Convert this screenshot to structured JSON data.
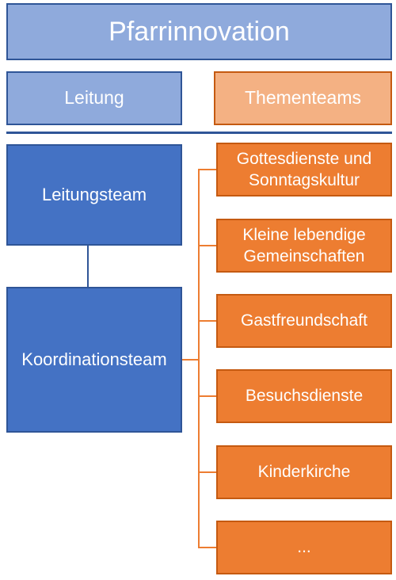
{
  "title": "Pfarrinnovation",
  "headers": {
    "leitung": "Leitung",
    "thementeams": "Thementeams"
  },
  "nodes": {
    "leitungsteam": "Leitungsteam",
    "koordinationsteam": "Koordinationsteam"
  },
  "teams": [
    "Gottesdienste und Sonntagskultur",
    "Kleine lebendige Gemeinschaften",
    "Gastfreundschaft",
    "Besuchsdienste",
    "Kinderkirche",
    "..."
  ],
  "colors": {
    "light_blue": "#8faadc",
    "dark_blue": "#4472c4",
    "blue_border": "#2f5597",
    "light_orange": "#f4b183",
    "orange": "#ed7d31",
    "orange_border": "#c55a11"
  }
}
